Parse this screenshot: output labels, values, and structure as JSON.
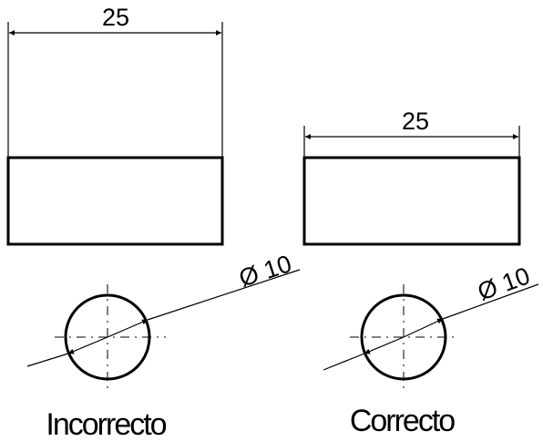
{
  "left_view": {
    "dimension_width": "25",
    "dimension_diameter": "Ø 10",
    "caption": "Incorrecto"
  },
  "right_view": {
    "dimension_width": "25",
    "dimension_diameter": "Ø 10",
    "caption": "Correcto"
  }
}
